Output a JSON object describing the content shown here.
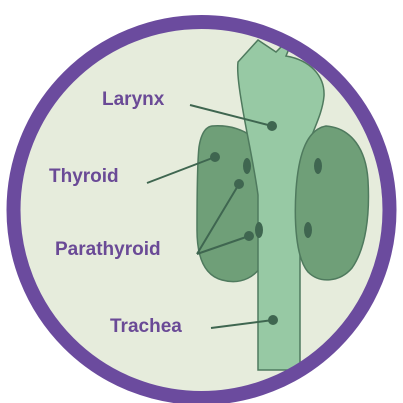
{
  "diagram": {
    "labels": {
      "larynx": "Larynx",
      "thyroid": "Thyroid",
      "parathyroid": "Parathyroid",
      "trachea": "Trachea"
    }
  },
  "colors": {
    "ring": "#6b4b9e",
    "background": "#e6ecdc",
    "airway_fill": "#97c9a4",
    "airway_stroke": "#4f7a5e",
    "thyroid_fill": "#6f9f78",
    "thyroid_stroke": "#4f7a5e",
    "parathyroid_fill": "#3f6650",
    "leader_line": "#3f6650",
    "label_text": "#6a4a96"
  }
}
